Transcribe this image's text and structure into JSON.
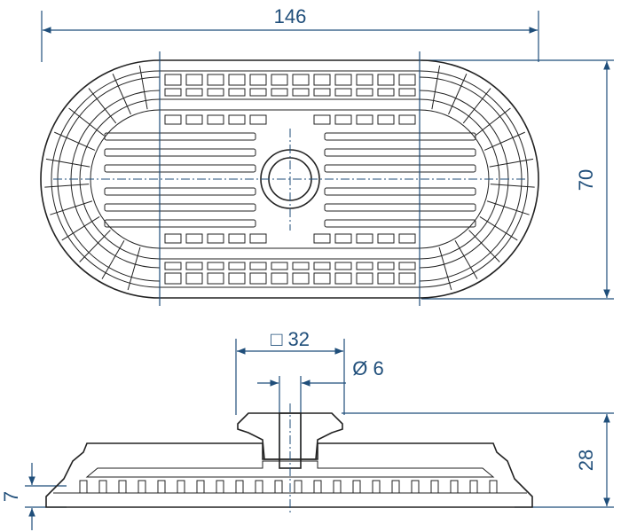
{
  "drawing": {
    "dimensions": {
      "overall_length": "146",
      "overall_width": "70",
      "square_connector": "□ 32",
      "bore_diameter": "Ø 6",
      "overall_height": "28",
      "lip_height": "7"
    },
    "colors": {
      "dimension": "#1f4e7a",
      "part": "#222222"
    }
  }
}
